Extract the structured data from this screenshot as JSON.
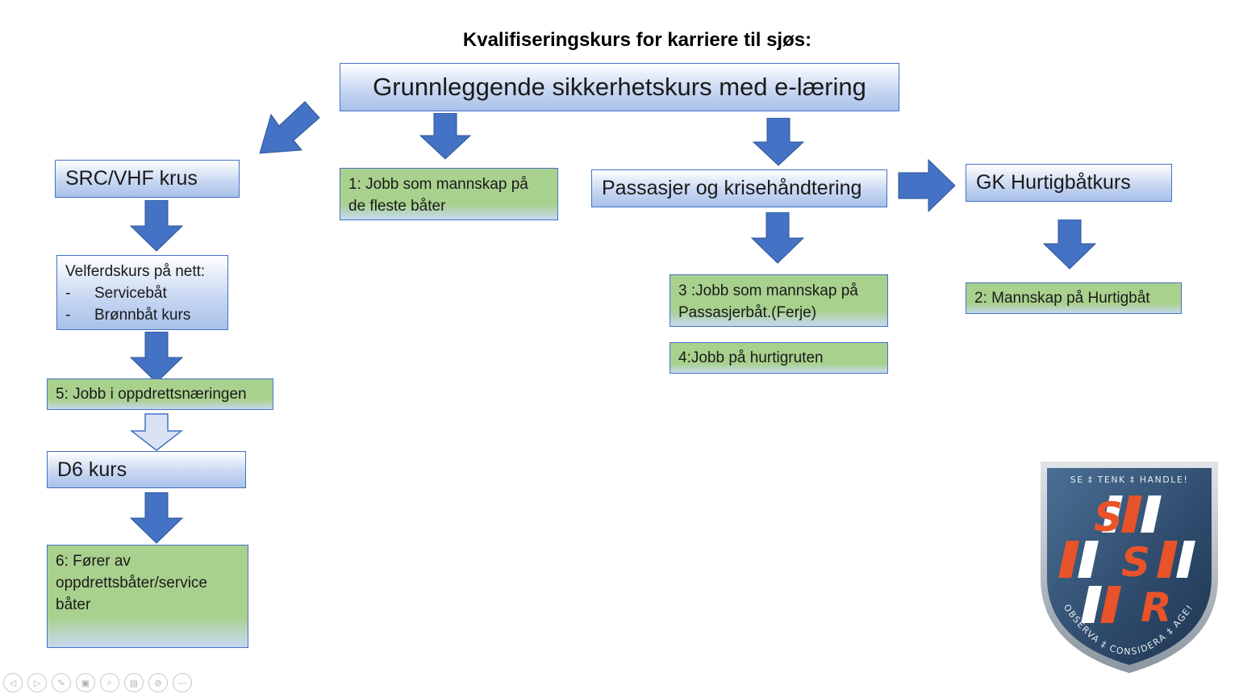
{
  "title": "Kvalifiseringskurs for karriere til sjøs:",
  "boxes": {
    "main": "Grunnleggende sikkerhetskurs med e-læring",
    "src": "SRC/VHF krus",
    "velferd_title": "Velferdskurs på nett:",
    "velferd_items": [
      "Servicebåt",
      "Brønnbåt kurs"
    ],
    "job5": "5: Jobb i oppdrettsnæringen",
    "d6": "D6 kurs",
    "job6_l1": "6: Fører av",
    "job6_l2": "oppdrettsbåter/service",
    "job6_l3": "båter",
    "job1_l1": "1: Jobb som mannskap på",
    "job1_l2": "de fleste båter",
    "passasjer": "Passasjer og krisehåndtering",
    "job3_l1": "3 :Jobb som mannskap på",
    "job3_l2": "Passasjerbåt.(Ferje)",
    "job4": "4:Jobb på hurtigruten",
    "gk": "GK Hurtigbåtkurs",
    "job2": "2: Mannskap på Hurtigbåt"
  },
  "logo": {
    "top_text": "SE ‡ TENK ‡ HANDLE!",
    "letters": [
      "S",
      "S",
      "R"
    ],
    "bottom_text": "OBSERVA ‡ CONSIDERA ‡ AGE!"
  },
  "colors": {
    "arrow": "#4472c4",
    "green": "#a9d18e",
    "blue_border": "#4472c4",
    "logo_orange": "#e8532a",
    "logo_navy": "#2e4a6b"
  },
  "nav_icons": [
    "prev-icon",
    "next-icon",
    "pen-icon",
    "slides-icon",
    "zoom-icon",
    "subtitle-icon",
    "camera-off-icon",
    "more-icon"
  ]
}
